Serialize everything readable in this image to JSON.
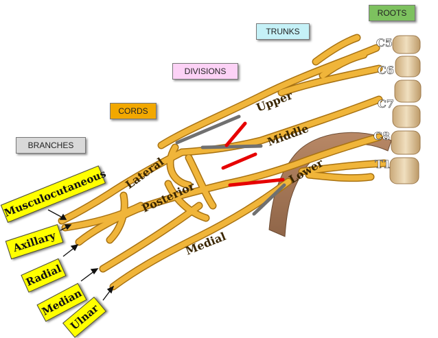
{
  "headers": {
    "roots": "ROOTS",
    "trunks": "TRUNKS",
    "divisions": "DIVISIONS",
    "cords": "CORDS",
    "branches": "BRANCHES"
  },
  "header_colors": {
    "roots": "#7dc15f",
    "trunks": "#c5f1f7",
    "divisions": "#fcd2f6",
    "cords": "#f2a800",
    "branches": "#d9d9d9"
  },
  "roots": [
    "C5",
    "C6",
    "C7",
    "C8",
    "T1"
  ],
  "trunks": {
    "upper": "Upper",
    "middle": "Middle",
    "lower": "Lower"
  },
  "cords": {
    "lateral": "Lateral",
    "posterior": "Posterior",
    "medial": "Medial"
  },
  "branches": [
    "Musculocutaneous",
    "Axillary",
    "Radial",
    "Median",
    "Ulnar"
  ],
  "colors": {
    "nerve": "#f0b53a",
    "nerve_outline": "#a87212",
    "anterior_division": "#707070",
    "posterior_division": "#e60000",
    "branch_box": "#ffff00",
    "vertebra": "#ddc8a0"
  }
}
